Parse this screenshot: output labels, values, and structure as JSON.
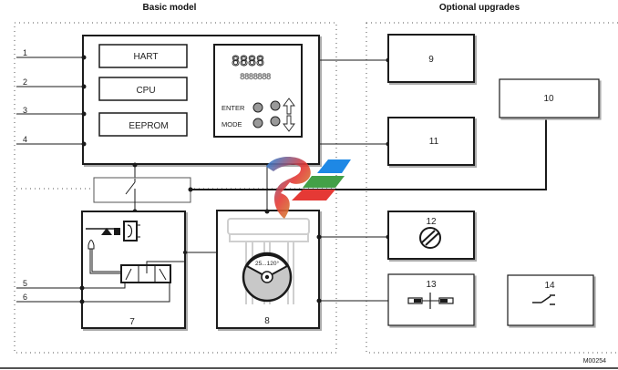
{
  "headers": {
    "basic_model": "Basic model",
    "optional_upgrades": "Optional upgrades"
  },
  "main_unit": {
    "modules": [
      "HART",
      "CPU",
      "EEPROM"
    ],
    "display": {
      "digits": "8888",
      "segments": "8888888",
      "enter_label": "ENTER",
      "mode_label": "MODE",
      "up_arrow": "up-arrow-icon",
      "down_arrow": "down-arrow-icon"
    }
  },
  "terminals": [
    "1",
    "2",
    "3",
    "4",
    "5",
    "6"
  ],
  "blocks": {
    "b7": "7",
    "b8": "8",
    "b9": "9",
    "b10": "10",
    "b11": "11",
    "b12": "12",
    "b13": "13",
    "b14": "14"
  },
  "gauge": {
    "range_label": "25...120°"
  },
  "figure_id": "M00254",
  "colors": {
    "line": "#1a1a1a",
    "dashed_border": "#555555",
    "gauge_fill": "#c8c8c8",
    "ghost_lines": "#cfcfcf"
  }
}
